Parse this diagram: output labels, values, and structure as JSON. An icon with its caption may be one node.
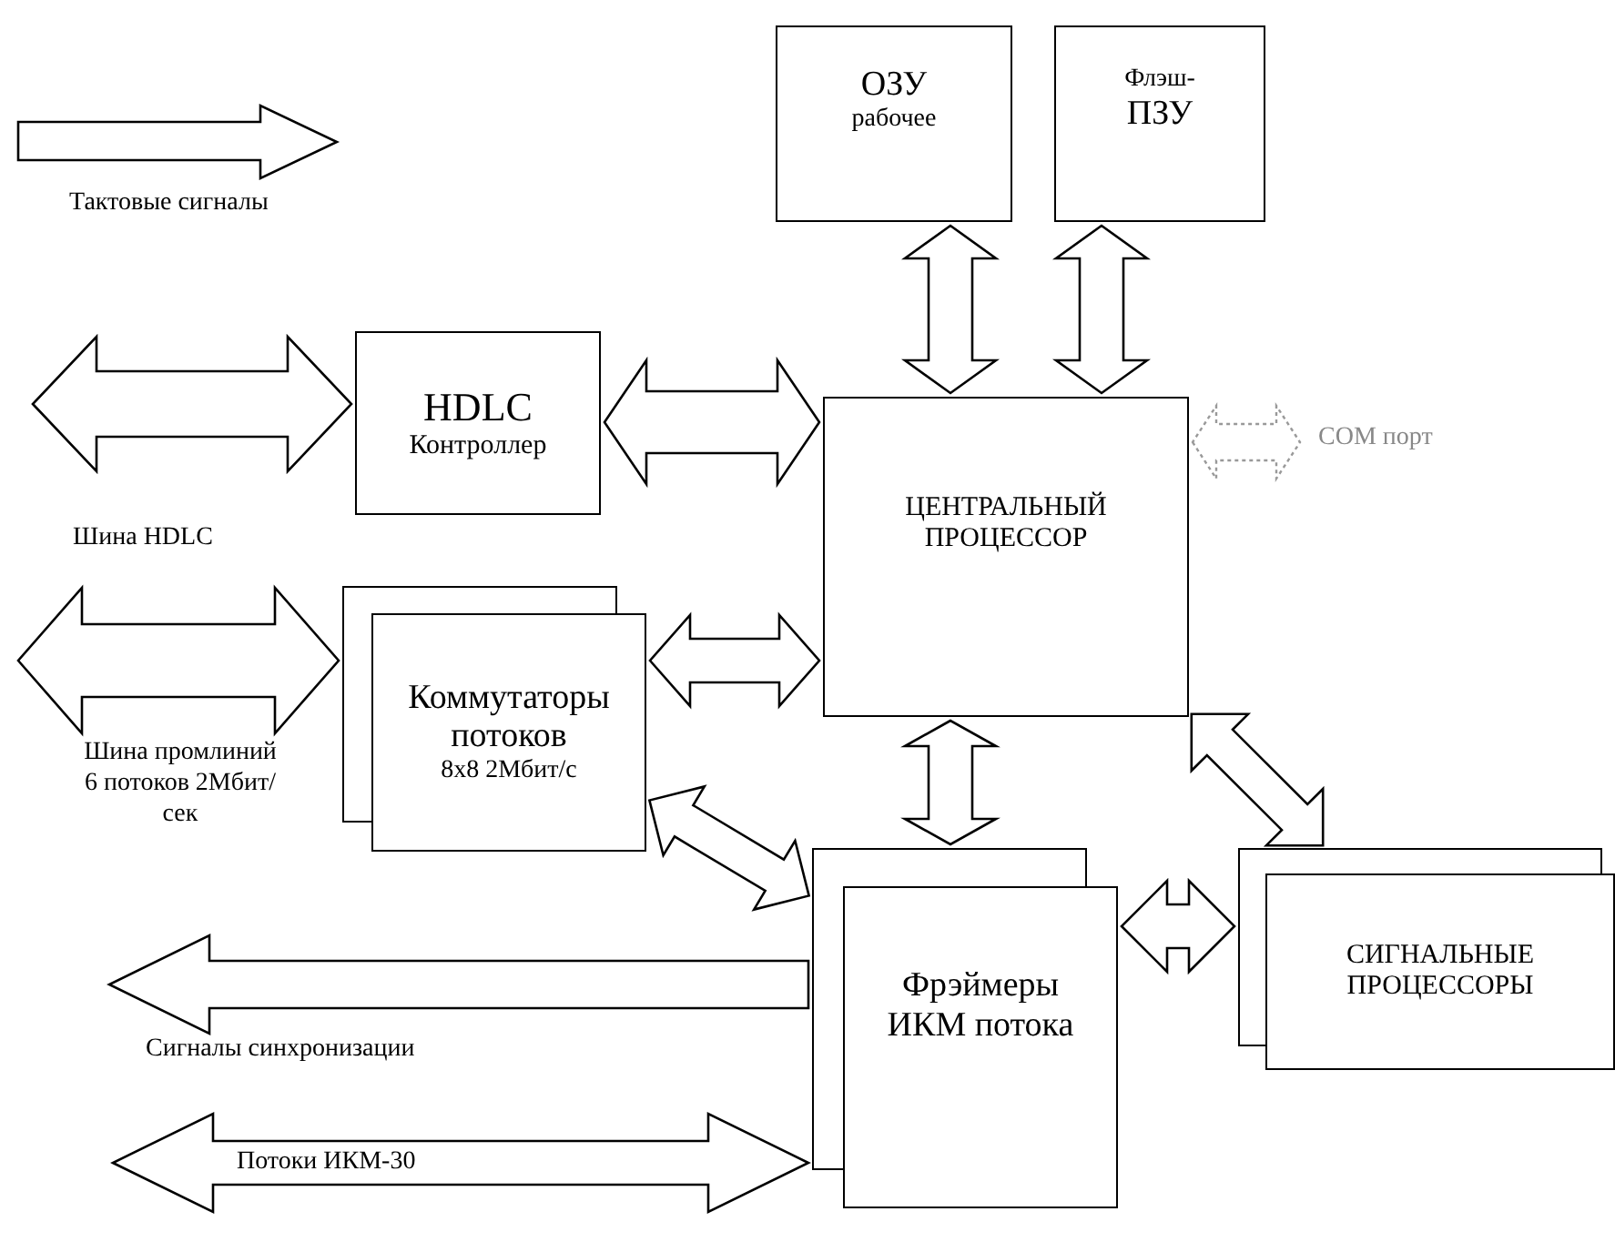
{
  "diagram": {
    "nodes": [
      {
        "text": [
          "ОЗУ",
          "рабочее"
        ]
      },
      {
        "text": [
          "Флэш-",
          "ПЗУ"
        ]
      },
      {
        "text": [
          "HDLC",
          "Контроллер"
        ]
      },
      {
        "text": [
          "ЦЕНТРАЛЬНЫЙ ПРОЦЕССОР"
        ]
      },
      {
        "text": [
          "Коммутаторы потоков",
          "8x8 2Мбит/с"
        ]
      },
      {
        "text": [
          "Фрэймеры ИКМ потока"
        ]
      },
      {
        "text": [
          "СИГНАЛЬНЫЕ ПРОЦЕССОРЫ"
        ]
      }
    ],
    "edges": [
      {
        "from": 0,
        "to": 3,
        "arrow": "both"
      },
      {
        "from": 1,
        "to": 3,
        "arrow": "both"
      },
      {
        "from": null,
        "to": 2,
        "arrow": "both",
        "label": "Шина HDLC"
      },
      {
        "from": 2,
        "to": 3,
        "arrow": "both"
      },
      {
        "from": 3,
        "to": null,
        "arrow": "both",
        "label": "COM порт",
        "style": "dashed",
        "color": "#999999"
      },
      {
        "from": null,
        "to": 4,
        "arrow": "both",
        "label": "Шина промлиний 6 потоков 2Мбит/сек"
      },
      {
        "from": 4,
        "to": 3,
        "arrow": "both"
      },
      {
        "from": 4,
        "to": 5,
        "arrow": "both"
      },
      {
        "from": 3,
        "to": 5,
        "arrow": "both"
      },
      {
        "from": 3,
        "to": 6,
        "arrow": "both"
      },
      {
        "from": 5,
        "to": null,
        "arrow": "to",
        "label": "Сигналы синхронизации"
      },
      {
        "from": null,
        "to": 5,
        "arrow": "both",
        "label": "Потоки ИКМ-30"
      },
      {
        "from": 5,
        "to": 6,
        "arrow": "both"
      }
    ],
    "labels": [
      "Тактовые сигналы"
    ]
  }
}
